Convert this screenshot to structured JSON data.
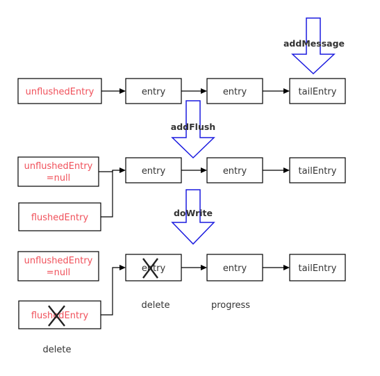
{
  "operations": {
    "add_message": "addMessage",
    "add_flush": "addFlush",
    "do_write": "doWrite"
  },
  "row1": {
    "unflushed": "unflushedEntry",
    "entry1": "entry",
    "entry2": "entry",
    "tail": "tailEntry"
  },
  "row2": {
    "unflushed_line1": "unflushedEntry",
    "unflushed_line2": "=null",
    "flushed": "flushedEntry",
    "entry1": "entry",
    "entry2": "entry",
    "tail": "tailEntry"
  },
  "row3": {
    "unflushed_line1": "unflushedEntry",
    "unflushed_line2": "=null",
    "flushed": "flushedEntry",
    "entry1": "entry",
    "entry2": "entry",
    "tail": "tailEntry",
    "entry_delete_label": "delete",
    "progress_label": "progress",
    "flushed_delete_label": "delete"
  },
  "colors": {
    "pointer_text": "#f0505a",
    "operation_arrow": "#1a1adf"
  }
}
